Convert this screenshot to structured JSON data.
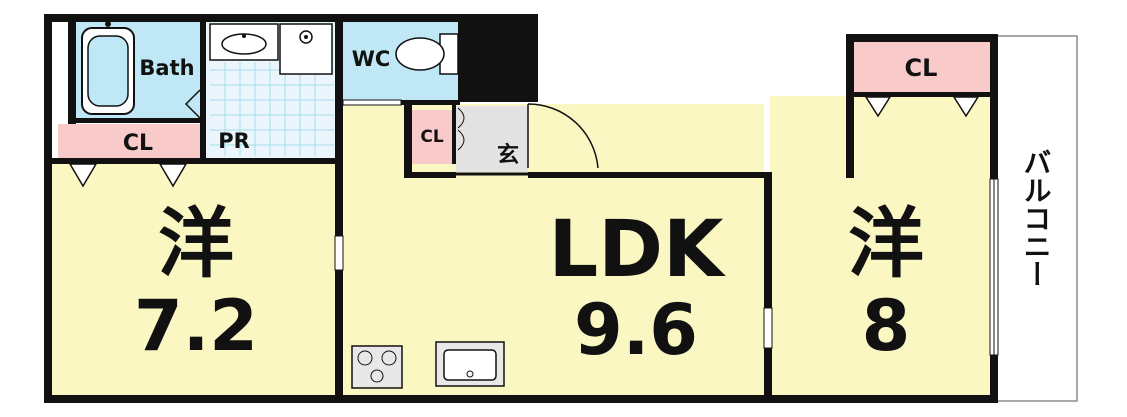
{
  "colors": {
    "room": "#fbf7c2",
    "bath": "#bfe7f5",
    "wash": "#eaf6fb",
    "closet": "#f8caca",
    "wall": "#111111",
    "genkan": "#e2e2e2",
    "balcony": "#ffffff"
  },
  "rooms": {
    "western_left": {
      "kind": "洋",
      "size": "7.2"
    },
    "ldk": {
      "kind": "LDK",
      "size": "9.6"
    },
    "western_right": {
      "kind": "洋",
      "size": "8"
    }
  },
  "labels": {
    "bath": "Bath",
    "powder_room": "PR",
    "toilet": "WC",
    "closet_left": "CL",
    "closet_entry": "CL",
    "closet_right": "CL",
    "entrance": "玄",
    "balcony": "バルコニー"
  }
}
